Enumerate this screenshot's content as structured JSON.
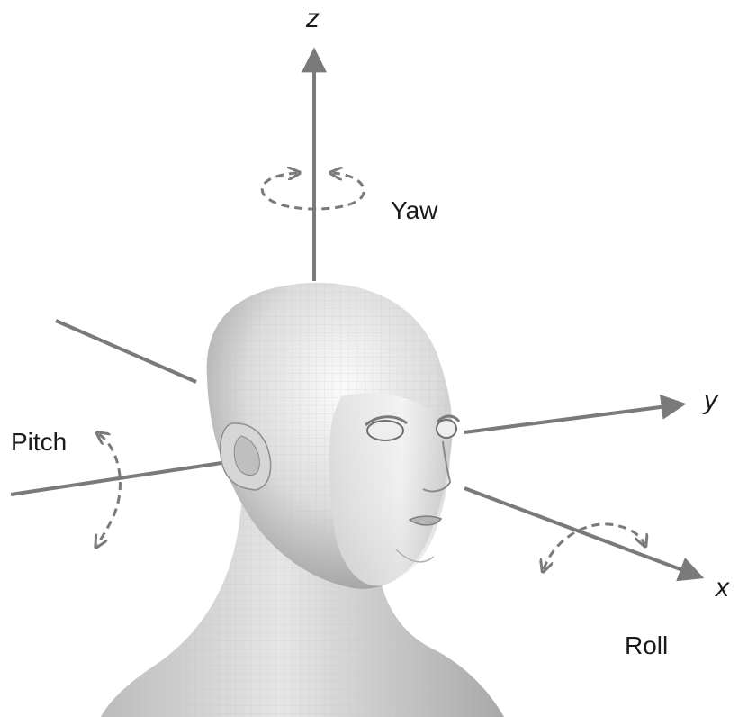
{
  "diagram": {
    "axes": {
      "z": {
        "label": "z"
      },
      "y": {
        "label": "y"
      },
      "x": {
        "label": "x"
      }
    },
    "rotations": {
      "yaw": {
        "label": "Yaw"
      },
      "pitch": {
        "label": "Pitch"
      },
      "roll": {
        "label": "Roll"
      }
    },
    "colors": {
      "axis": "#7a7a7a",
      "arrow": "#7a7a7a",
      "skin_light": "#f4f4f4",
      "skin_shadow": "#9a9a9a",
      "mesh": "#bdbdbd"
    }
  }
}
